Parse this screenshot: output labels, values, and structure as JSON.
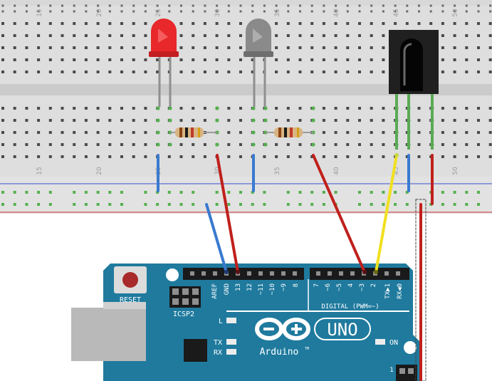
{
  "breadboard": {
    "column_numbers_top": [
      "15",
      "20",
      "25",
      "30",
      "35",
      "40",
      "45",
      "50"
    ],
    "column_numbers_bottom": [
      "15",
      "20",
      "25",
      "30",
      "35",
      "40",
      "45",
      "50"
    ]
  },
  "components": {
    "led_red": {
      "color": "#e8282b"
    },
    "led_gray": {
      "color": "#8a8a8a"
    },
    "ir_receiver": {
      "color": "#151515"
    },
    "resistor_1": {
      "bands": [
        "#8b4513",
        "#1a1a1a",
        "#c0392b",
        "#d4a017"
      ]
    },
    "resistor_2": {
      "bands": [
        "#8b4513",
        "#1a1a1a",
        "#c0392b",
        "#d4a017"
      ]
    }
  },
  "wires": {
    "blue": "#3a7ad0",
    "red": "#c0201c",
    "yellow": "#f0e020",
    "green": "#5aaa55"
  },
  "arduino": {
    "board_color": "#1f7a9e",
    "reset_label": "RESET",
    "icsp_label": "ICSP2",
    "header_left_labels": [
      "AREF",
      "GND",
      "13",
      "12",
      "~11",
      "~10",
      "~9",
      "8"
    ],
    "header_right_labels": [
      "7",
      "~6",
      "~5",
      "4",
      "~3",
      "2",
      "TX▶1",
      "RX◀0"
    ],
    "digital_label": "DIGITAL (PWM=~)",
    "l_label": "L",
    "tx_label": "TX",
    "rx_label": "RX",
    "brand": "Arduino",
    "brand_tm": "TM",
    "model": "UNO",
    "on_label": "ON",
    "one_label": "1"
  }
}
